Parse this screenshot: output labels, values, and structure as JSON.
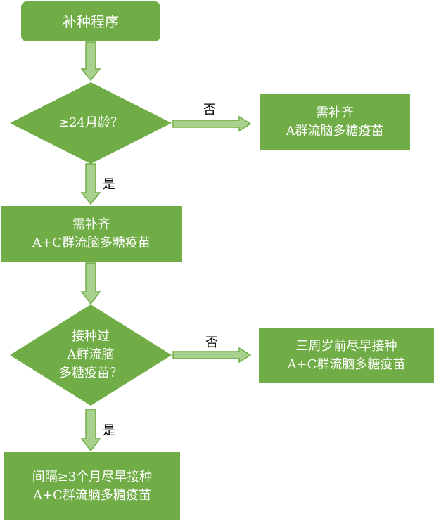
{
  "colors": {
    "node_fill": "#70ad47",
    "node_text": "#ffffff",
    "arrow_fill": "#a9d18e",
    "arrow_stroke": "#70ad47"
  },
  "nodes": {
    "start": "补种程序",
    "decision1": "≥24月龄？",
    "action_no1": [
      "需补齐",
      "A群流脑多糖疫苗"
    ],
    "action_yes1": [
      "需补齐",
      "A+C群流脑多糖疫苗"
    ],
    "decision2": [
      "接种过",
      "A群流脑",
      "多糖疫苗？"
    ],
    "action_no2": [
      "三周岁前尽早接种",
      "A+C群流脑多糖疫苗"
    ],
    "action_yes2": [
      "间隔≥3个月尽早接种",
      "A+C群流脑多糖疫苗"
    ]
  },
  "edges": {
    "no_label": "否",
    "yes_label": "是"
  }
}
